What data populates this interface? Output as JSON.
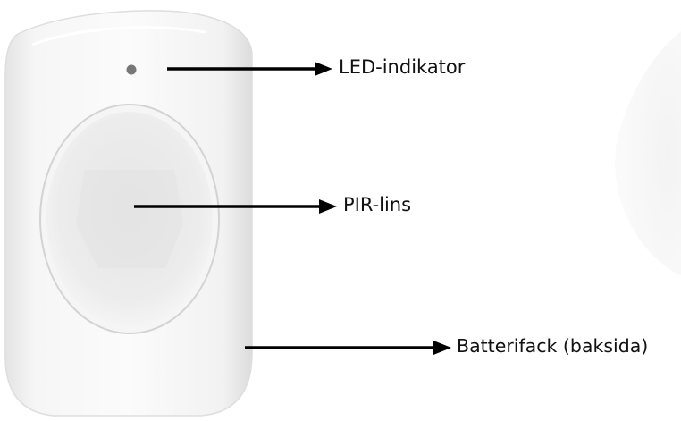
{
  "callouts": {
    "led": {
      "label": "LED-indikator"
    },
    "pir": {
      "label": "PIR-lins"
    },
    "battery": {
      "label": "Batterifack (baksida)"
    }
  },
  "colors": {
    "device_body": "#f4f4f4",
    "device_edge": "#d9d9d9",
    "lens": "#e9e9e9",
    "led": "#777777",
    "arrow": "#000000",
    "background": "#ffffff"
  }
}
